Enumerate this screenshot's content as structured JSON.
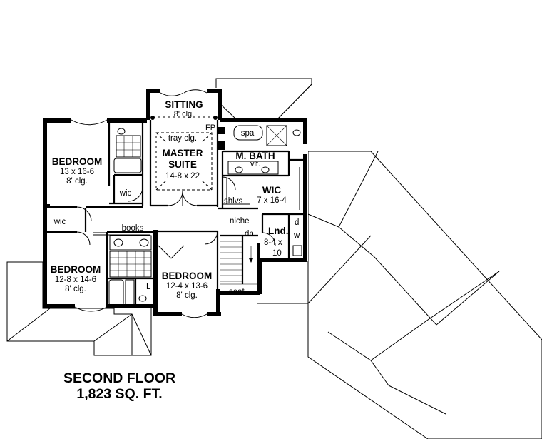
{
  "title": {
    "line1": "SECOND FLOOR",
    "line2": "1,823 SQ. FT."
  },
  "rooms": {
    "sitting": {
      "name": "SITTING",
      "ceiling": "8' clg."
    },
    "fp": "FP",
    "master": {
      "ceiling": "tray clg.",
      "name1": "MASTER",
      "name2": "SUITE",
      "size": "14-8 x 22"
    },
    "spa": "spa",
    "mbath": {
      "name": "M. BATH",
      "note": "vlt."
    },
    "wic_master": {
      "name": "WIC",
      "size": "7 x 16-4"
    },
    "shlvs": "shlvs",
    "niche": "niche",
    "dn": "dn",
    "laundry": {
      "name": "Lnd.",
      "size1": "8-4 x",
      "size2": "10"
    },
    "d": "d",
    "w": "w",
    "seat": "seat",
    "books": "books",
    "bed1": {
      "name": "BEDROOM",
      "size": "13 x 16-6",
      "ceiling": "8' clg."
    },
    "wic1": "wic",
    "wic2": "wic",
    "bed2": {
      "name": "BEDROOM",
      "size": "12-8 x 14-6",
      "ceiling": "8' clg."
    },
    "bed3": {
      "name": "BEDROOM",
      "size": "12-4 x 13-6",
      "ceiling": "8' clg."
    },
    "linen": "L"
  }
}
